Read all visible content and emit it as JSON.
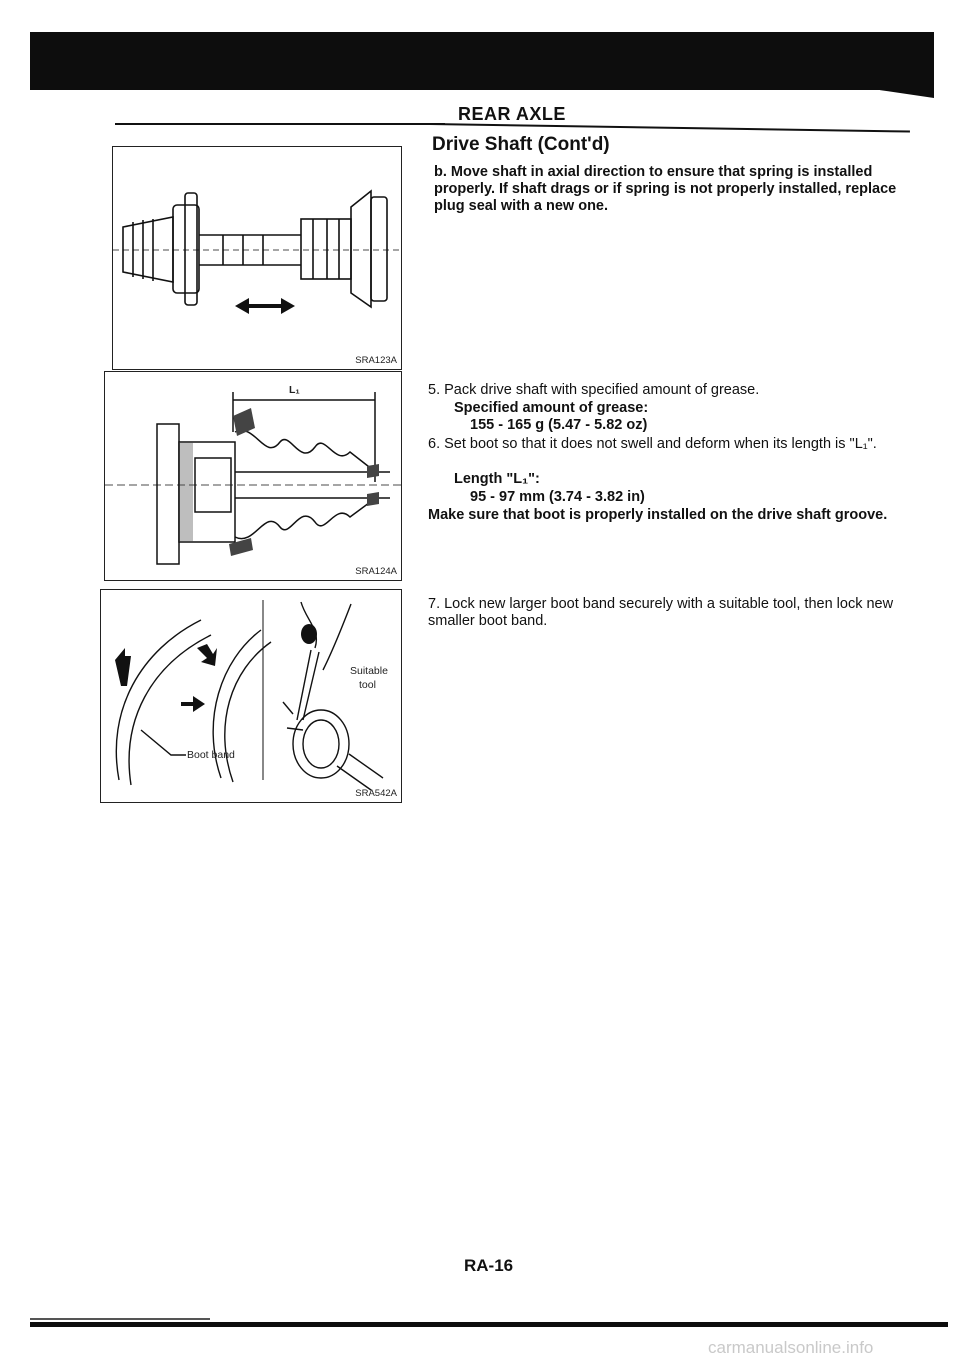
{
  "header": {
    "section_title": "REAR AXLE",
    "subtitle": "Drive Shaft (Cont'd)"
  },
  "steps": {
    "b": "b. Move shaft in axial direction to ensure that spring is installed properly. If shaft drags or if spring is not properly installed, replace plug seal with a new one.",
    "s5": "5. Pack drive shaft with specified amount of grease.",
    "s5_spec_label": "Specified amount of grease:",
    "s5_spec_value": "155 - 165 g (5.47 - 5.82 oz)",
    "s6": "6. Set boot so that it does not swell and deform when its length is \"L₁\".",
    "s6_spec_label": "Length \"L₁\":",
    "s6_spec_value": "95 - 97 mm (3.74 - 3.82 in)",
    "s6_note": "Make sure that boot is properly installed on the drive shaft groove.",
    "s7": "7. Lock new larger boot band securely with a suitable tool, then lock new smaller boot band."
  },
  "figures": {
    "fig1": {
      "code": "SRA123A"
    },
    "fig2": {
      "code": "SRA124A",
      "dim_label": "L₁"
    },
    "fig3": {
      "code": "SRA542A",
      "tool_label_1": "Suitable",
      "tool_label_2": "tool",
      "band_label": "Boot band"
    }
  },
  "footer": {
    "page_number": "RA-16",
    "watermark": "carmanualsonline.info"
  }
}
